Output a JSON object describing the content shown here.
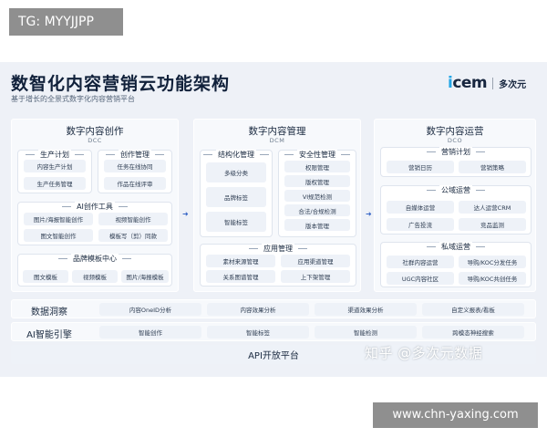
{
  "watermark_top": "TG: MYYJJPP",
  "watermark_bottom": "www.chn-yaxing.com",
  "zhihu_watermark": "知乎 @多次元数据",
  "header": {
    "title": "数智化内容营销云功能架构",
    "subtitle": "基于增长的全景式数字化内容营销平台",
    "logo_brand_i": "i",
    "logo_brand_rest": "cem",
    "logo_cn": "多次元"
  },
  "arrow_glyph": "➜",
  "dcc": {
    "title": "数字内容创作",
    "sub": "DCC",
    "production": {
      "title": "生产计划",
      "items": [
        "内容生产计划",
        "生产任务管理"
      ]
    },
    "creation": {
      "title": "创作管理",
      "items": [
        "任务在线协同",
        "作品在线评审"
      ]
    },
    "ai_tools": {
      "title": "AI创作工具",
      "items": [
        "图片/海报智能创作",
        "视频智能创作",
        "图文智能创作",
        "模板写（剪）同款"
      ]
    },
    "brand_templates": {
      "title": "品牌模板中心",
      "items": [
        "图文模板",
        "视频模板",
        "图片/海报模板"
      ]
    }
  },
  "dcm": {
    "title": "数字内容管理",
    "sub": "DCM",
    "structured": {
      "title": "结构化管理",
      "items": [
        "多级分类",
        "品牌标签",
        "智能标签"
      ]
    },
    "security": {
      "title": "安全性管理",
      "items": [
        "权限管理",
        "版权管理",
        "VI规范检测",
        "合法/合规检测",
        "版本管理"
      ]
    },
    "application": {
      "title": "应用管理",
      "items": [
        "素材来源管理",
        "应用渠道管理",
        "关系图谱管理",
        "上下架管理"
      ]
    }
  },
  "dco": {
    "title": "数字内容运营",
    "sub": "DCO",
    "marketing": {
      "title": "营销计划",
      "items": [
        "营销日历",
        "营销策略"
      ]
    },
    "public": {
      "title": "公域运营",
      "items": [
        "自媒体运营",
        "达人运营CRM",
        "广告投流",
        "竞品监测"
      ]
    },
    "private": {
      "title": "私域运营",
      "items": [
        "社群内容运营",
        "导购/KOC分发任务",
        "UGC内容社区",
        "导购/KOC共创任务"
      ]
    }
  },
  "bands": [
    {
      "label": "数据洞察",
      "items": [
        "内容OneID分析",
        "内容效果分析",
        "渠道效果分析",
        "自定义报表/看板"
      ]
    },
    {
      "label": "AI智能引擎",
      "items": [
        "智能创作",
        "智能标签",
        "智能检测",
        "跨模态神经搜索"
      ]
    }
  ],
  "api": "API开放平台",
  "colors": {
    "accent_blue": "#3766c6",
    "logo_cyan": "#24a6e6",
    "watermark_gray": "#8f8f8f"
  }
}
